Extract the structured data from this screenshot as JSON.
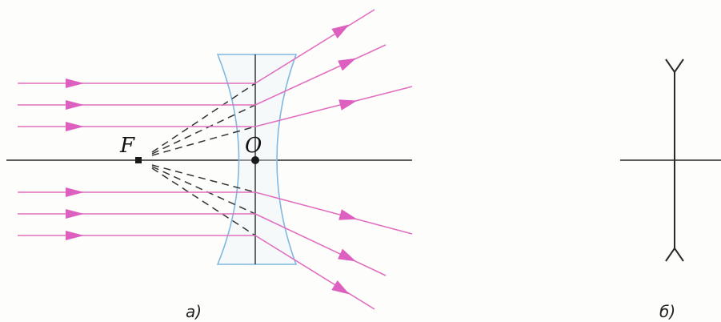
{
  "diagram": {
    "colors": {
      "ray": "#e070c0",
      "arrow": "#dd5fbf",
      "lens": "#7fb8e0",
      "axis": "#2a2a2a",
      "dashes": "#333333",
      "background": "#fdfdfb"
    },
    "labels": {
      "focus": "F",
      "center": "O",
      "part_a": "а)",
      "part_b": "б)"
    },
    "rays": {
      "incoming_count": 6,
      "outgoing_count": 6
    },
    "symbol": "diverging-lens-symbol"
  }
}
